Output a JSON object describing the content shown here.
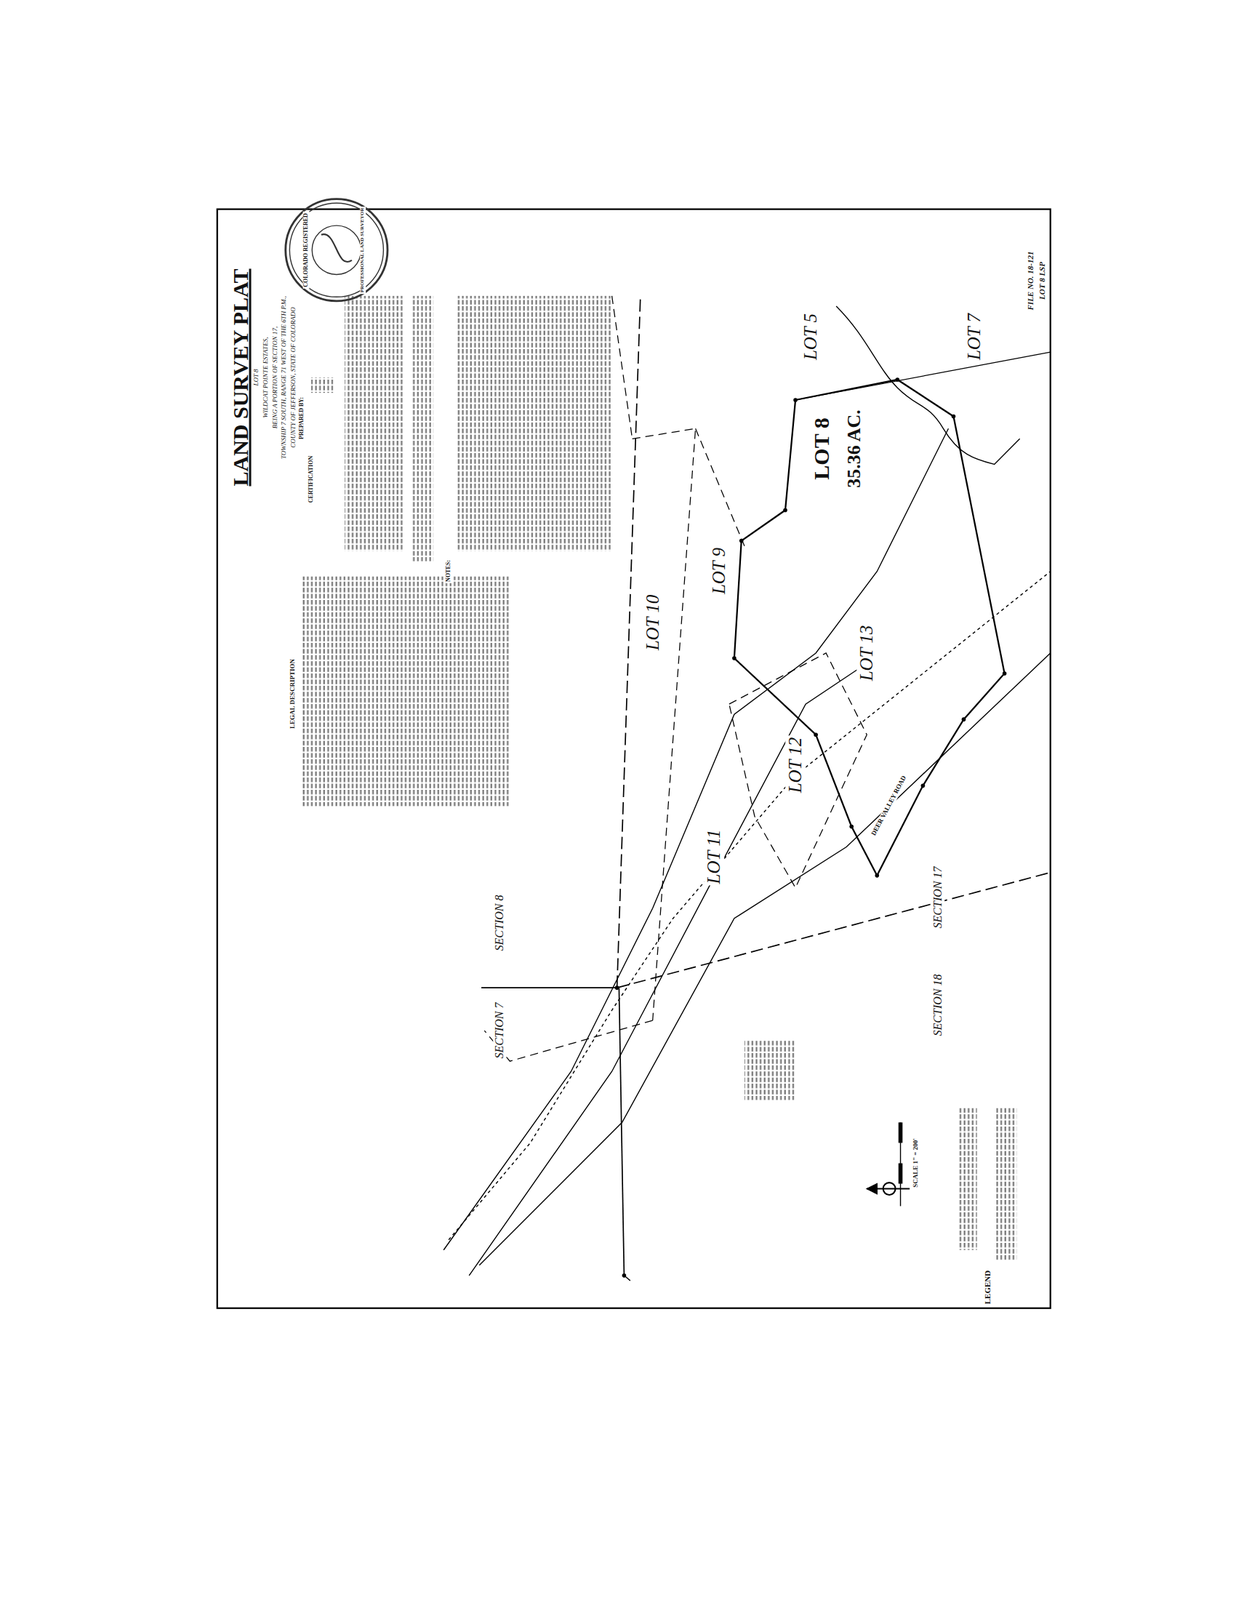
{
  "diagram": {
    "title": "LAND SURVEY PLAT",
    "labels": [
      "LOT 8",
      "WILDCAT POINTE ESTATES,",
      "BEING A PORTION OF SECTION 17,",
      "TOWNSHIP 7 SOUTH, RANGE 71 WEST OF THE 6TH P.M.,",
      "COUNTY OF JEFFERSON, STATE OF COLORADO",
      "SECTION 7",
      "SECTION 8",
      "SECTION 18",
      "SECTION 17",
      "LOT 10",
      "LOT 9",
      "LOT 11",
      "LOT 12",
      "LOT 13",
      "LOT 8",
      "35.36 AC.",
      "LOT 5",
      "LOT 7",
      "DEER VALLEY ROAD",
      "LEGEND",
      "SCALE 1\" = 200'",
      "FILE NO. 18-121",
      "LOT 8 LSP",
      "LEGAL DESCRIPTION",
      "CERTIFICATION",
      "PREPARED BY:",
      "NOTES:",
      "COLORADO REGISTERED",
      "PROFESSIONAL LAND SURVEYOR"
    ]
  }
}
